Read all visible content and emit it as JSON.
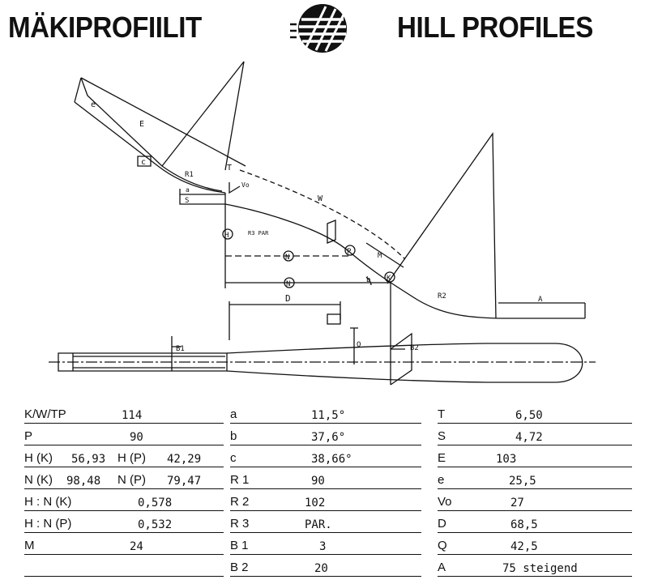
{
  "header": {
    "title_fi": "MÄKIPROFIILIT",
    "title_en": "HILL PROFILES"
  },
  "logo": {
    "icon": "ski-federation-globe-logo"
  },
  "diagram": {
    "labels": {
      "e": "e",
      "E": "E",
      "c": "c",
      "R1": "R1",
      "T": "T",
      "a": "a",
      "S": "S",
      "Vo": "Vo",
      "W": "W",
      "H": "H",
      "R3": "R3 PAR",
      "N": "N",
      "P": "P",
      "M": "M",
      "b": "b",
      "K": "K",
      "R2": "R2",
      "D": "D",
      "A": "A",
      "Q": "Q",
      "B1": "B1",
      "B2": "B2"
    }
  },
  "table": {
    "col1": [
      {
        "label": "K/W/TP",
        "value": "114"
      },
      {
        "label": "P",
        "value": "90"
      },
      {
        "label": "H (K)",
        "value": "56,93",
        "label2": "H (P)",
        "value2": "42,29"
      },
      {
        "label": "N (K)",
        "value": "98,48",
        "label2": "N (P)",
        "value2": "79,47"
      },
      {
        "label": "H : N (K)",
        "value": "0,578"
      },
      {
        "label": "H : N (P)",
        "value": "0,532"
      },
      {
        "label": "M",
        "value": "24"
      },
      {
        "label": "",
        "value": ""
      }
    ],
    "col2": [
      {
        "label": "a",
        "value": "11,5°"
      },
      {
        "label": "b",
        "value": "37,6°"
      },
      {
        "label": "c",
        "value": "38,66°"
      },
      {
        "label": "R 1",
        "value": "90"
      },
      {
        "label": "R 2",
        "value": "102"
      },
      {
        "label": "R 3",
        "value": "PAR."
      },
      {
        "label": "B 1",
        "value": "3"
      },
      {
        "label": "B 2",
        "value": "20"
      }
    ],
    "col3": [
      {
        "label": "T",
        "value": "6,50"
      },
      {
        "label": "S",
        "value": "4,72"
      },
      {
        "label": "E",
        "value": "103"
      },
      {
        "label": "e",
        "value": "25,5"
      },
      {
        "label": "Vo",
        "value": "27"
      },
      {
        "label": "D",
        "value": "68,5"
      },
      {
        "label": "Q",
        "value": "42,5"
      },
      {
        "label": "A",
        "value": "75 steigend"
      }
    ]
  }
}
